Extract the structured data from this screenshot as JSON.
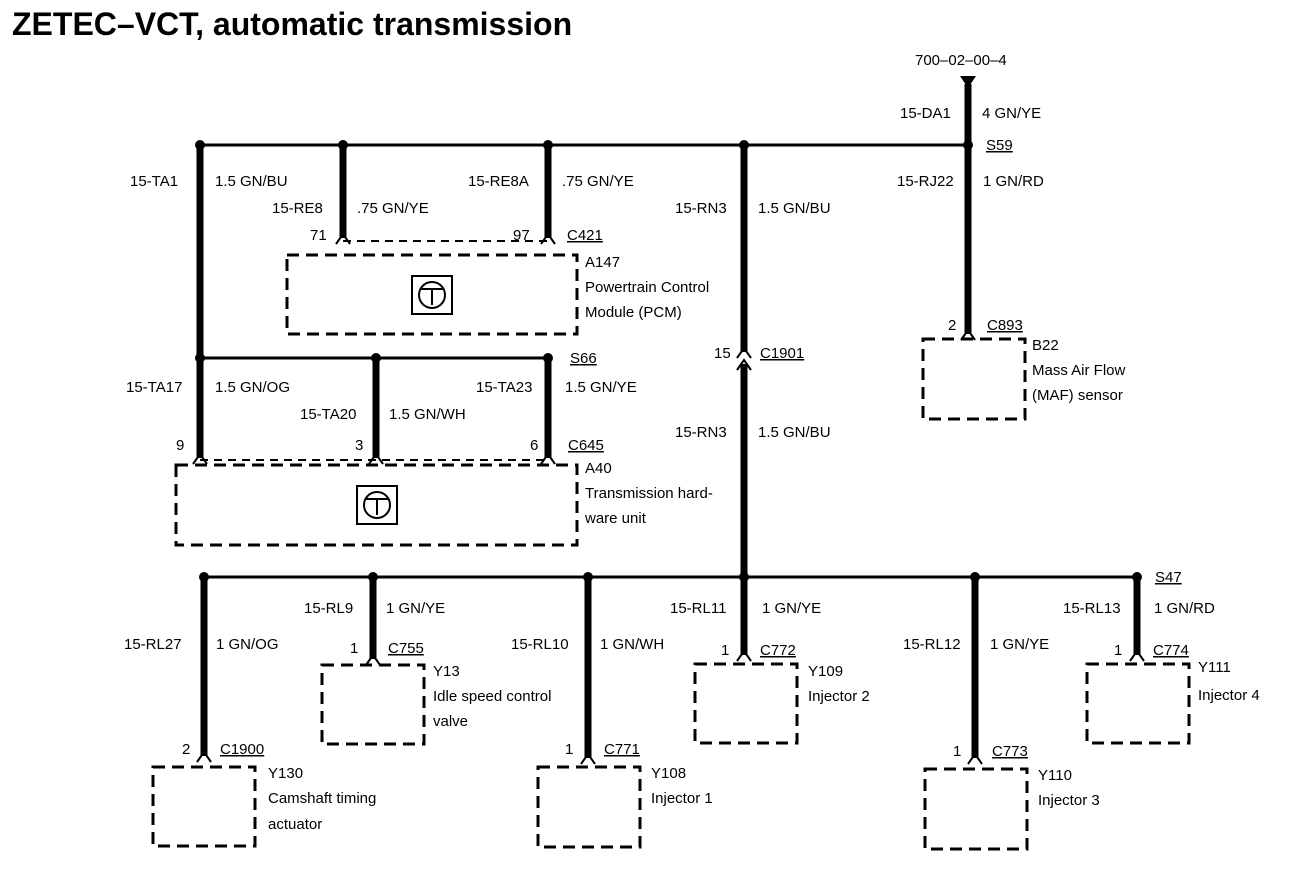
{
  "title": "ZETEC–VCT, automatic transmission",
  "ref": "700–02–00–4",
  "feed": {
    "circuit": "15-DA1",
    "wire": "4 GN/YE"
  },
  "splices": {
    "s59": "S59",
    "s66": "S66",
    "s47": "S47"
  },
  "wires": {
    "ta1": {
      "circuit": "15-TA1",
      "wire": "1.5 GN/BU"
    },
    "re8": {
      "circuit": "15-RE8",
      "wire": ".75 GN/YE"
    },
    "re8a": {
      "circuit": "15-RE8A",
      "wire": ".75 GN/YE"
    },
    "rn3_top": {
      "circuit": "15-RN3",
      "wire": "1.5 GN/BU"
    },
    "rn3_bot": {
      "circuit": "15-RN3",
      "wire": "1.5 GN/BU"
    },
    "rj22": {
      "circuit": "15-RJ22",
      "wire": "1 GN/RD"
    },
    "ta17": {
      "circuit": "15-TA17",
      "wire": "1.5 GN/OG"
    },
    "ta20": {
      "circuit": "15-TA20",
      "wire": "1.5 GN/WH"
    },
    "ta23": {
      "circuit": "15-TA23",
      "wire": "1.5 GN/YE"
    },
    "rl27": {
      "circuit": "15-RL27",
      "wire": "1 GN/OG"
    },
    "rl9": {
      "circuit": "15-RL9",
      "wire": "1 GN/YE"
    },
    "rl10": {
      "circuit": "15-RL10",
      "wire": "1 GN/WH"
    },
    "rl11": {
      "circuit": "15-RL11",
      "wire": "1 GN/YE"
    },
    "rl12": {
      "circuit": "15-RL12",
      "wire": "1 GN/YE"
    },
    "rl13": {
      "circuit": "15-RL13",
      "wire": "1 GN/RD"
    }
  },
  "connectors": {
    "c421": {
      "name": "C421",
      "pin_a": "71",
      "pin_b": "97"
    },
    "c893": {
      "name": "C893",
      "pin": "2"
    },
    "c1901": {
      "name": "C1901",
      "pin": "15"
    },
    "c645": {
      "name": "C645",
      "pin_a": "9",
      "pin_b": "3",
      "pin_c": "6"
    },
    "c755": {
      "name": "C755",
      "pin": "1"
    },
    "c772": {
      "name": "C772",
      "pin": "1"
    },
    "c774": {
      "name": "C774",
      "pin": "1"
    },
    "c1900": {
      "name": "C1900",
      "pin": "2"
    },
    "c771": {
      "name": "C771",
      "pin": "1"
    },
    "c773": {
      "name": "C773",
      "pin": "1"
    }
  },
  "components": {
    "a147": {
      "id": "A147",
      "line1": "Powertrain Control",
      "line2": "Module (PCM)"
    },
    "b22": {
      "id": "B22",
      "line1": "Mass Air Flow",
      "line2": "(MAF) sensor"
    },
    "a40": {
      "id": "A40",
      "line1": "Transmission hard-",
      "line2": "ware unit"
    },
    "y13": {
      "id": "Y13",
      "line1": "Idle speed control",
      "line2": "valve"
    },
    "y109": {
      "id": "Y109",
      "line1": "Injector 2"
    },
    "y111": {
      "id": "Y111",
      "line1": "Injector 4"
    },
    "y130": {
      "id": "Y130",
      "line1": "Camshaft timing",
      "line2": "actuator"
    },
    "y108": {
      "id": "Y108",
      "line1": "Injector 1"
    },
    "y110": {
      "id": "Y110",
      "line1": "Injector 3"
    }
  }
}
